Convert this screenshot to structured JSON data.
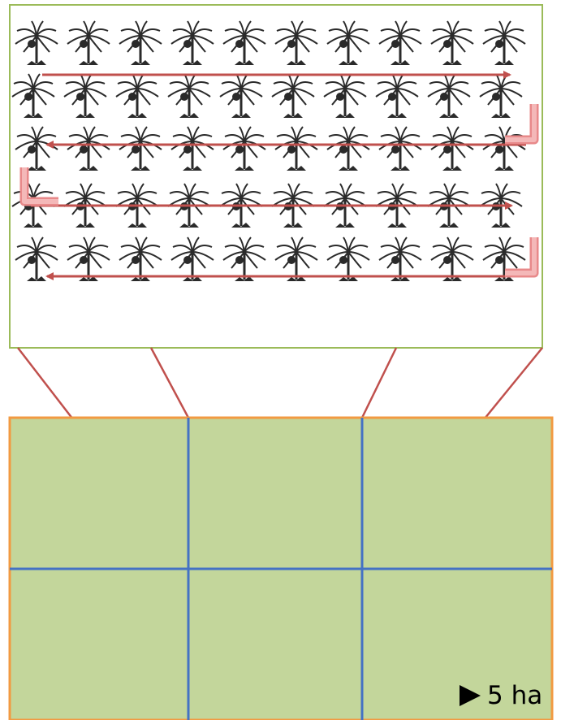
{
  "diagram": {
    "plantation_rows": 5,
    "trees_per_row": 10,
    "plot_grid": {
      "rows": 2,
      "columns": 3
    },
    "scale_label": "5 ha"
  },
  "colors": {
    "field": "#c3d69b",
    "field_border": "#f29a42",
    "grid_lines": "#4472c4",
    "zoom_lines": "#c0504d",
    "zoom_box_border": "#9bbb59",
    "path_arrow": "#c0504d",
    "turn_arrow": "#f4b8b8",
    "tree": "#2a2a2a"
  },
  "icons": {
    "tree": "palm-tree-icon",
    "path": "traversal-arrow-icon",
    "scale": "triangle-right-icon"
  }
}
